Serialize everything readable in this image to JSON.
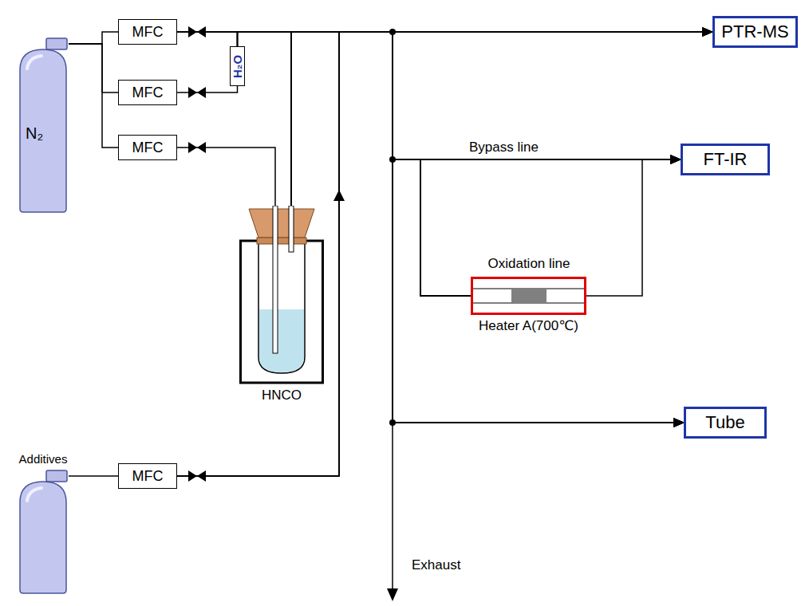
{
  "diagram": {
    "nodes": [
      {
        "text": [
          "N₂"
        ]
      },
      {
        "text": [
          "MFC"
        ]
      },
      {
        "text": [
          "MFC"
        ]
      },
      {
        "text": [
          "MFC"
        ]
      },
      {
        "text": [
          "H₂O"
        ]
      },
      {
        "text": [
          "HNCO"
        ]
      },
      {
        "text": [
          "Additives"
        ]
      },
      {
        "text": [
          "MFC"
        ]
      },
      {
        "text": [
          "PTR-MS"
        ]
      },
      {
        "text": [
          "FT-IR"
        ]
      },
      {
        "text": [
          "Heater A(700℃)"
        ]
      },
      {
        "text": [
          "Tube"
        ]
      }
    ],
    "edges": [
      {
        "from": 0,
        "to": 1,
        "arrow": "none"
      },
      {
        "from": 0,
        "to": 2,
        "arrow": "none"
      },
      {
        "from": 0,
        "to": 3,
        "arrow": "none"
      },
      {
        "from": 2,
        "to": 4,
        "arrow": "none"
      },
      {
        "from": 3,
        "to": 5,
        "arrow": "none"
      },
      {
        "from": 6,
        "to": 7,
        "arrow": "none"
      },
      {
        "from": 1,
        "to": 8,
        "arrow": "to"
      },
      {
        "from": 1,
        "to": 9,
        "arrow": "to"
      },
      {
        "from": 1,
        "to": 10,
        "arrow": "none"
      },
      {
        "from": 1,
        "to": 11,
        "arrow": "to"
      },
      {
        "from": 4,
        "to": 8,
        "arrow": "to"
      },
      {
        "from": 4,
        "to": 9,
        "arrow": "to"
      },
      {
        "from": 4,
        "to": 10,
        "arrow": "none"
      },
      {
        "from": 4,
        "to": 11,
        "arrow": "to"
      },
      {
        "from": 5,
        "to": 8,
        "arrow": "to"
      },
      {
        "from": 5,
        "to": 9,
        "arrow": "to"
      },
      {
        "from": 5,
        "to": 10,
        "arrow": "none"
      },
      {
        "from": 5,
        "to": 11,
        "arrow": "to"
      },
      {
        "from": 7,
        "to": 8,
        "arrow": "to"
      },
      {
        "from": 7,
        "to": 9,
        "arrow": "to"
      },
      {
        "from": 7,
        "to": 10,
        "arrow": "none"
      },
      {
        "from": 7,
        "to": 11,
        "arrow": "to"
      },
      {
        "from": 10,
        "to": 9,
        "arrow": "to"
      }
    ],
    "labels": [
      "Bypass line",
      "Oxidation line",
      "Exhaust"
    ]
  }
}
